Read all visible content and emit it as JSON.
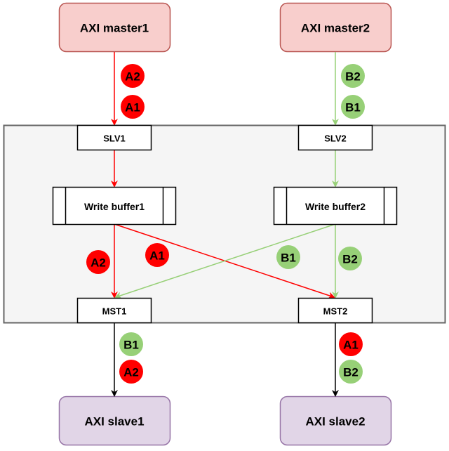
{
  "colors": {
    "red": "#ff0000",
    "green": "#97d077",
    "black": "#000000",
    "master_fill": "#f8cecc",
    "master_stroke": "#b85450",
    "slave_fill": "#e1d5e7",
    "slave_stroke": "#9673a6",
    "container_fill": "#f5f5f5",
    "container_stroke": "#666666"
  },
  "nodes": {
    "master1": "AXI master1",
    "master2": "AXI master2",
    "slv1": "SLV1",
    "slv2": "SLV2",
    "wbuf1": "Write buffer1",
    "wbuf2": "Write buffer2",
    "mst1": "MST1",
    "mst2": "MST2",
    "slave1": "AXI slave1",
    "slave2": "AXI slave2"
  },
  "tokens": [
    {
      "id": "m1-a2",
      "label": "A2",
      "color": "red"
    },
    {
      "id": "m1-a1",
      "label": "A1",
      "color": "red"
    },
    {
      "id": "m2-b2",
      "label": "B2",
      "color": "green"
    },
    {
      "id": "m2-b1",
      "label": "B1",
      "color": "green"
    },
    {
      "id": "x-a2",
      "label": "A2",
      "color": "red"
    },
    {
      "id": "x-a1",
      "label": "A1",
      "color": "red"
    },
    {
      "id": "x-b1",
      "label": "B1",
      "color": "green"
    },
    {
      "id": "x-b2",
      "label": "B2",
      "color": "green"
    },
    {
      "id": "s1-b1",
      "label": "B1",
      "color": "green"
    },
    {
      "id": "s1-a2",
      "label": "A2",
      "color": "red"
    },
    {
      "id": "s2-a1",
      "label": "A1",
      "color": "red"
    },
    {
      "id": "s2-b2",
      "label": "B2",
      "color": "green"
    }
  ]
}
